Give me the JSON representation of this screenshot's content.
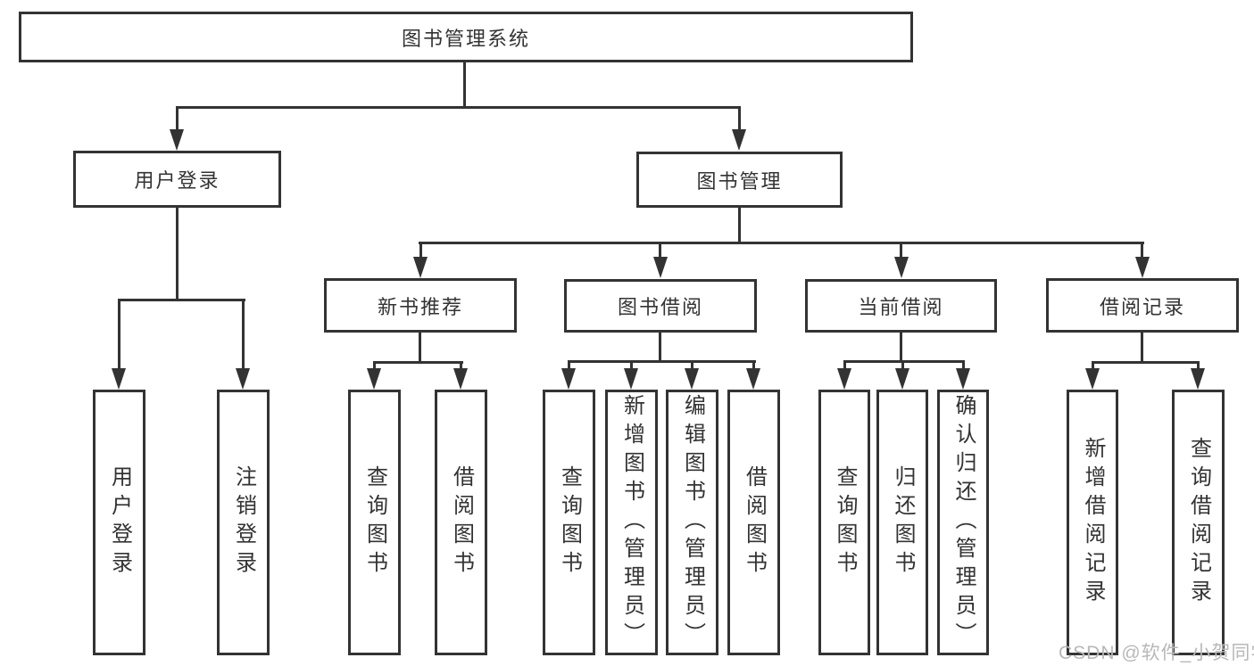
{
  "tree": {
    "root": {
      "label": "图书管理系统"
    },
    "level2": [
      {
        "label": "用户登录"
      },
      {
        "label": "图书管理"
      }
    ],
    "level3": [
      {
        "label": "新书推荐",
        "parent": "图书管理"
      },
      {
        "label": "图书借阅",
        "parent": "图书管理"
      },
      {
        "label": "当前借阅",
        "parent": "图书管理"
      },
      {
        "label": "借阅记录",
        "parent": "图书管理"
      }
    ],
    "leaves": [
      {
        "label": "用户登录",
        "parent": "用户登录"
      },
      {
        "label": "注销登录",
        "parent": "用户登录"
      },
      {
        "label": "查询图书",
        "parent": "新书推荐"
      },
      {
        "label": "借阅图书",
        "parent": "新书推荐"
      },
      {
        "label": "查询图书",
        "parent": "图书借阅"
      },
      {
        "label": "新增图书（管理员）",
        "parent": "图书借阅"
      },
      {
        "label": "编辑图书（管理员）",
        "parent": "图书借阅"
      },
      {
        "label": "借阅图书",
        "parent": "图书借阅"
      },
      {
        "label": "查询图书",
        "parent": "当前借阅"
      },
      {
        "label": "归还图书",
        "parent": "当前借阅"
      },
      {
        "label": "确认归还（管理员）",
        "parent": "当前借阅"
      },
      {
        "label": "新增借阅记录",
        "parent": "借阅记录"
      },
      {
        "label": "查询借阅记录",
        "parent": "借阅记录"
      }
    ]
  },
  "watermark": {
    "text": "CSDN @软件_小贺同学"
  },
  "colors": {
    "line": "#333333",
    "box_border": "#333333",
    "text": "#333333",
    "watermark": "#b8b8b8",
    "background": "#ffffff"
  }
}
